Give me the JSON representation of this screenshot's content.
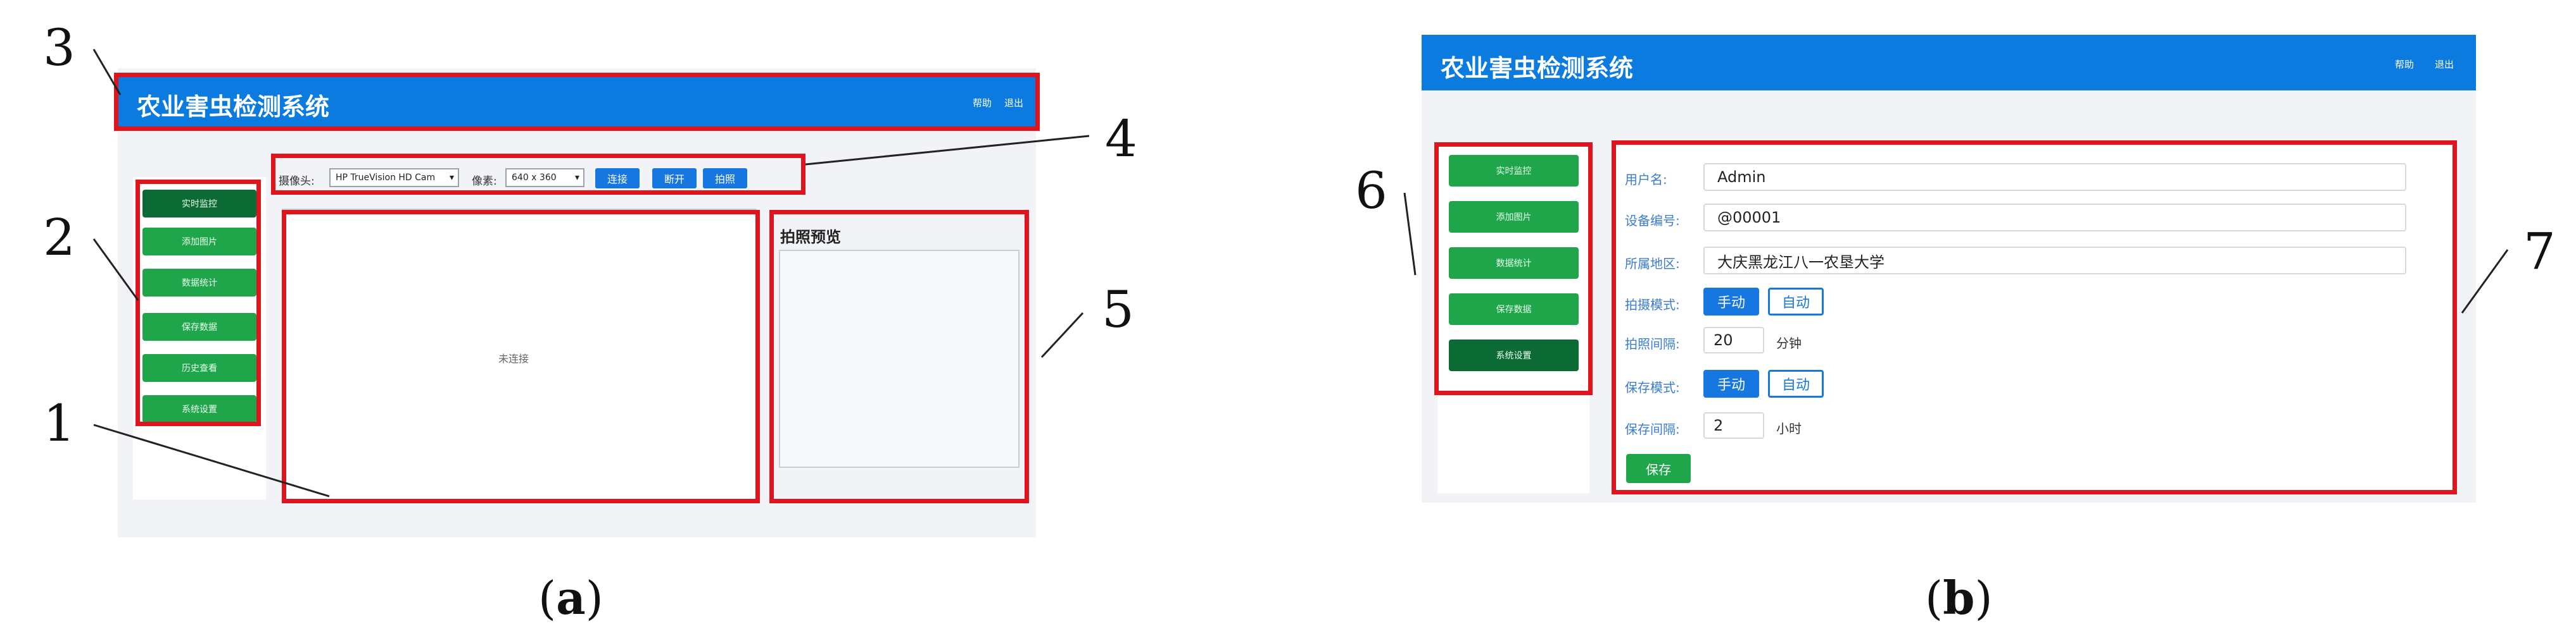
{
  "panel_a": {
    "app_title": "农业害虫检测系统",
    "header_links": [
      "帮助",
      "退出"
    ],
    "nav_items": [
      "实时监控",
      "添加图片",
      "数据统计",
      "保存数据",
      "历史查看",
      "系统设置"
    ],
    "toolbar": {
      "camera_label": "摄像头:",
      "camera_value": "HP TrueVision HD Cam",
      "resolution_label": "像素:",
      "resolution_value": "640 x 360",
      "buttons": [
        "连接",
        "断开",
        "拍照"
      ]
    },
    "video_placeholder": "未连接",
    "preview_title": "拍照预览"
  },
  "panel_b": {
    "app_title": "农业害虫检测系统",
    "header_links": [
      "帮助",
      "退出"
    ],
    "nav_items": [
      "实时监控",
      "添加图片",
      "数据统计",
      "保存数据",
      "系统设置"
    ],
    "form": {
      "username_label": "用户名:",
      "username_value": "Admin",
      "device_label": "设备编号:",
      "device_value": "@00001",
      "region_label": "所属地区:",
      "region_value": "大庆黑龙江八一农垦大学",
      "capture_mode_label": "拍摄模式:",
      "capture_mode_options": [
        "手动",
        "自动"
      ],
      "capture_interval_label": "拍照间隔:",
      "capture_interval_value": "20",
      "capture_interval_unit": "分钟",
      "save_mode_label": "保存模式:",
      "save_mode_options": [
        "手动",
        "自动"
      ],
      "save_interval_label": "保存间隔:",
      "save_interval_value": "2",
      "save_interval_unit": "小时",
      "save_button": "保存"
    }
  },
  "callouts": [
    "1",
    "2",
    "3",
    "4",
    "5",
    "6",
    "7"
  ],
  "captions": {
    "a_open": "(",
    "a_letter": "a",
    "a_close": ")",
    "b_open": "(",
    "b_letter": "b",
    "b_close": ")"
  }
}
